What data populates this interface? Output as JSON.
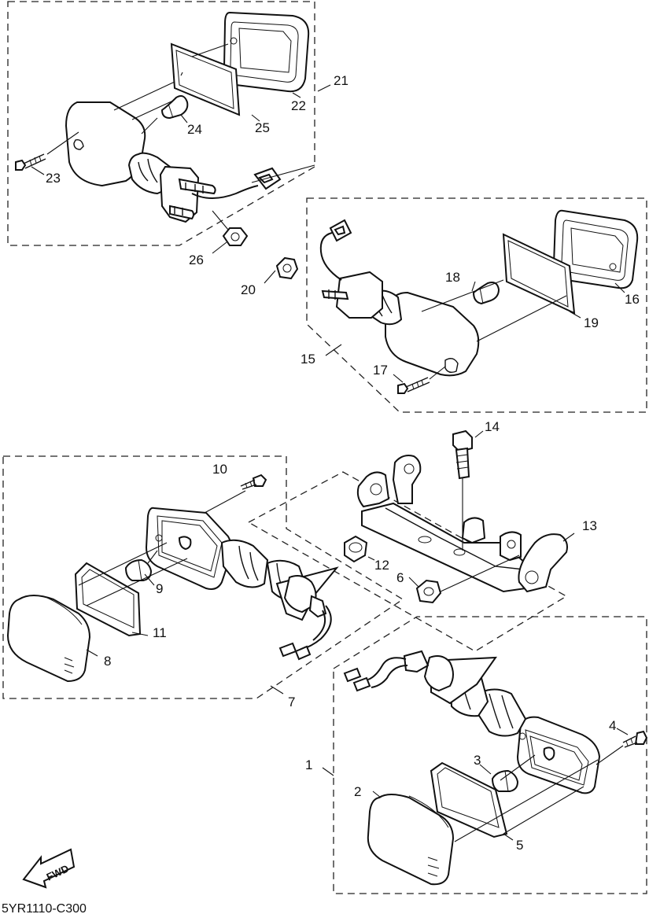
{
  "callouts": {
    "c1": "1",
    "c2": "2",
    "c3": "3",
    "c4": "4",
    "c5": "5",
    "c6": "6",
    "c7": "7",
    "c8": "8",
    "c9": "9",
    "c10": "10",
    "c11": "11",
    "c12": "12",
    "c13": "13",
    "c14": "14",
    "c15": "15",
    "c16": "16",
    "c17": "17",
    "c18": "18",
    "c19": "19",
    "c20": "20",
    "c21": "21",
    "c22": "22",
    "c23": "23",
    "c24": "24",
    "c25": "25",
    "c26": "26"
  },
  "fwd_label": "FWD",
  "diagram_code": "5YR1110-C300"
}
